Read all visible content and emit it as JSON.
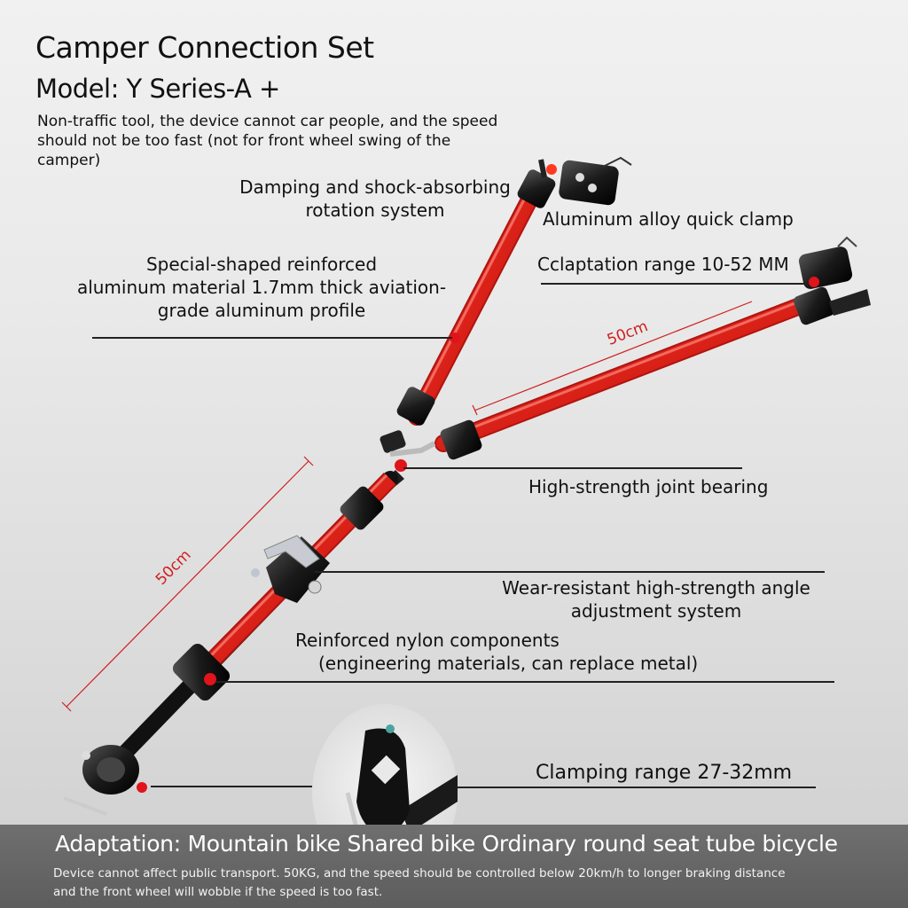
{
  "header": {
    "title": "Camper Connection Set",
    "model": "Model: Y Series-A +",
    "note_line1": "Non-traffic tool, the device cannot car people, and the speed",
    "note_line2": "should not be too fast (not for front wheel swing of the",
    "note_line3": "camper)"
  },
  "callouts": {
    "damping_line1": "Damping and shock-absorbing",
    "damping_line2": "rotation system",
    "quick_clamp": "Aluminum alloy quick clamp",
    "adaptation_range": "Cclaptation range 10-52 MM",
    "aluminum_line1": "Special-shaped reinforced",
    "aluminum_line2": "aluminum material 1.7mm thick aviation-",
    "aluminum_line3": "grade aluminum profile",
    "joint_bearing": "High-strength joint bearing",
    "angle_line1": "Wear-resistant high-strength angle",
    "angle_line2": "adjustment system",
    "nylon_line1": "Reinforced nylon components",
    "nylon_line2": "(engineering materials, can replace metal)",
    "clamping_range": "Clamping range 27-32mm"
  },
  "dimensions": {
    "upper_arm": "50cm",
    "lower_arm": "50cm"
  },
  "footer": {
    "adaptation": "Adaptation: Mountain bike Shared bike Ordinary round seat tube bicycle",
    "warning_line1": "Device cannot affect public transport. 50KG, and the speed should be controlled below 20km/h to longer braking distance",
    "warning_line2": "and the front wheel will wobble if the speed is too fast."
  },
  "colors": {
    "tube_red": "#d9261c",
    "dimension_red": "#d01f1f",
    "footer_bg": "#636363"
  }
}
